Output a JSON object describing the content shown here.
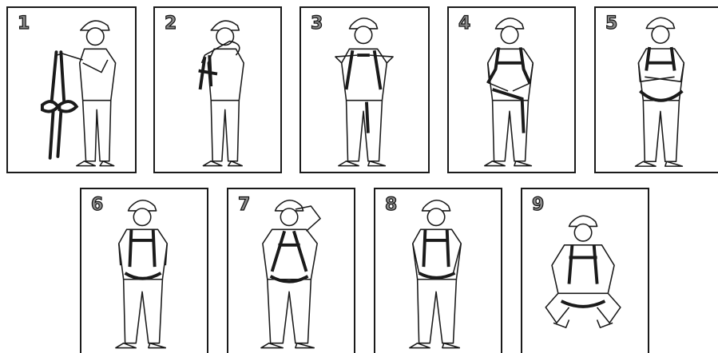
{
  "steps": [
    {
      "number": "1"
    },
    {
      "number": "2"
    },
    {
      "number": "3"
    },
    {
      "number": "4"
    },
    {
      "number": "5"
    },
    {
      "number": "6"
    },
    {
      "number": "7"
    },
    {
      "number": "8"
    },
    {
      "number": "9"
    }
  ],
  "colors": {
    "line": "#1a1a1a",
    "harness": "#1a1a1a",
    "number_fill": "#8a8a8a"
  }
}
